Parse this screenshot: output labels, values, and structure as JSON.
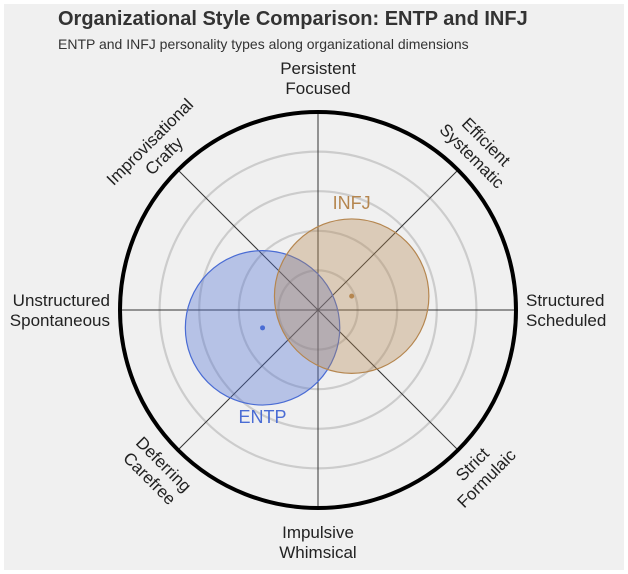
{
  "header": {
    "title": "Organizational Style Comparison: ENTP and INFJ",
    "subtitle": "ENTP and INFJ personality types along organizational dimensions"
  },
  "colors": {
    "background": "#f0f0f0",
    "grid": "#cccccc",
    "spoke": "#333333",
    "outer_ring": "#000000",
    "entp": "#4a6cd4",
    "infj": "#b5864f"
  },
  "chart_data": {
    "type": "scatter",
    "title": "Organizational Style Comparison: ENTP and INFJ",
    "subtitle": "ENTP and INFJ personality types along organizational dimensions",
    "grid": true,
    "axes": [
      {
        "id": "n",
        "angle": 90,
        "lines": [
          "Persistent",
          "Focused"
        ]
      },
      {
        "id": "ne",
        "angle": 45,
        "lines": [
          "Efficient",
          "Systematic"
        ]
      },
      {
        "id": "e",
        "angle": 0,
        "lines": [
          "Structured",
          "Scheduled"
        ]
      },
      {
        "id": "se",
        "angle": -45,
        "lines": [
          "Strict",
          "Formulaic"
        ]
      },
      {
        "id": "s",
        "angle": -90,
        "lines": [
          "Impulsive",
          "Whimsical"
        ]
      },
      {
        "id": "sw",
        "angle": 225,
        "lines": [
          "Deferring",
          "Carefree"
        ]
      },
      {
        "id": "w",
        "angle": 180,
        "lines": [
          "Unstructured",
          "Spontaneous"
        ]
      },
      {
        "id": "nw",
        "angle": 135,
        "lines": [
          "Improvisational",
          "Crafty"
        ]
      }
    ],
    "range": [
      -1,
      1
    ],
    "series": [
      {
        "name": "ENTP",
        "x": -0.28,
        "y": -0.09,
        "radius": 0.39,
        "color": "#4a6cd4",
        "fill_opacity": 0.35
      },
      {
        "name": "INFJ",
        "x": 0.17,
        "y": 0.07,
        "radius": 0.39,
        "color": "#b5864f",
        "fill_opacity": 0.35
      }
    ]
  }
}
